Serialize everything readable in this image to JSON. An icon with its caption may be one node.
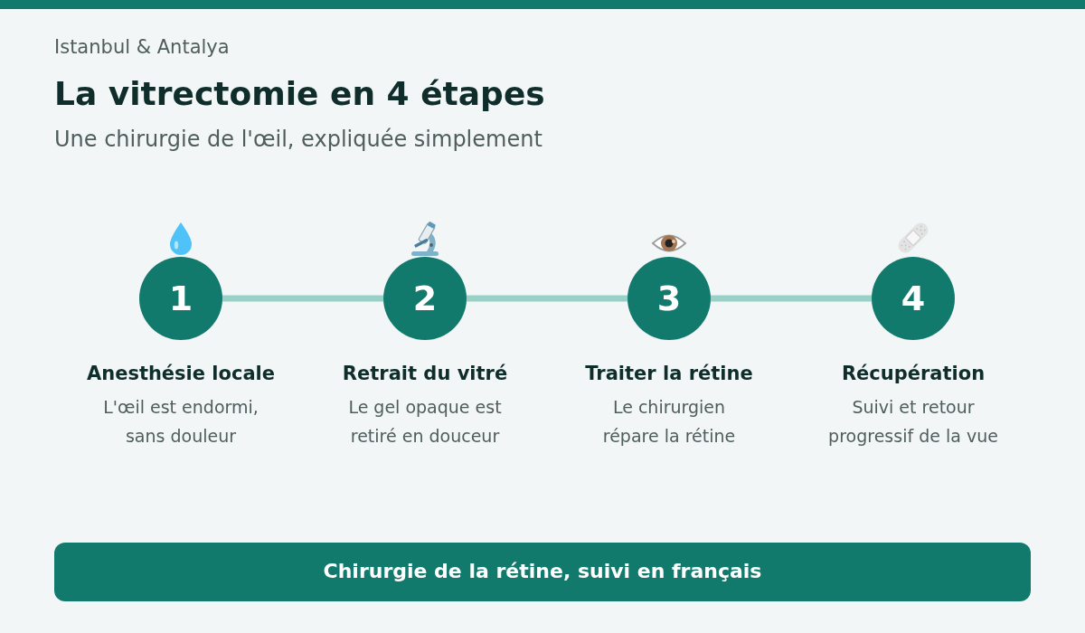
{
  "diagram": {
    "title": "La vitrectomie en 4 étapes",
    "nodes": [
      {
        "text": [
          "1"
        ],
        "beside": [
          "Anesthésie locale",
          "L'œil est endormi, sans douleur"
        ]
      },
      {
        "text": [
          "2"
        ],
        "beside": [
          "Retrait du vitré",
          "Le gel opaque est retiré en douceur"
        ]
      },
      {
        "text": [
          "3"
        ],
        "beside": [
          "Traiter la rétine",
          "Le chirurgien répare la rétine"
        ]
      },
      {
        "text": [
          "4"
        ],
        "beside": [
          "Récupération",
          "Suivi et retour progressif de la vue"
        ]
      },
      {
        "text": [
          "Chirurgie de la rétine, suivi en français"
        ]
      }
    ],
    "edges": [
      {
        "from": 0,
        "to": 1,
        "arrow": "none"
      },
      {
        "from": 1,
        "to": 2,
        "arrow": "none"
      },
      {
        "from": 2,
        "to": 3,
        "arrow": "none"
      }
    ],
    "labels": [
      "Istanbul & Antalya",
      "Une chirurgie de l'œil, expliquée simplement"
    ]
  }
}
